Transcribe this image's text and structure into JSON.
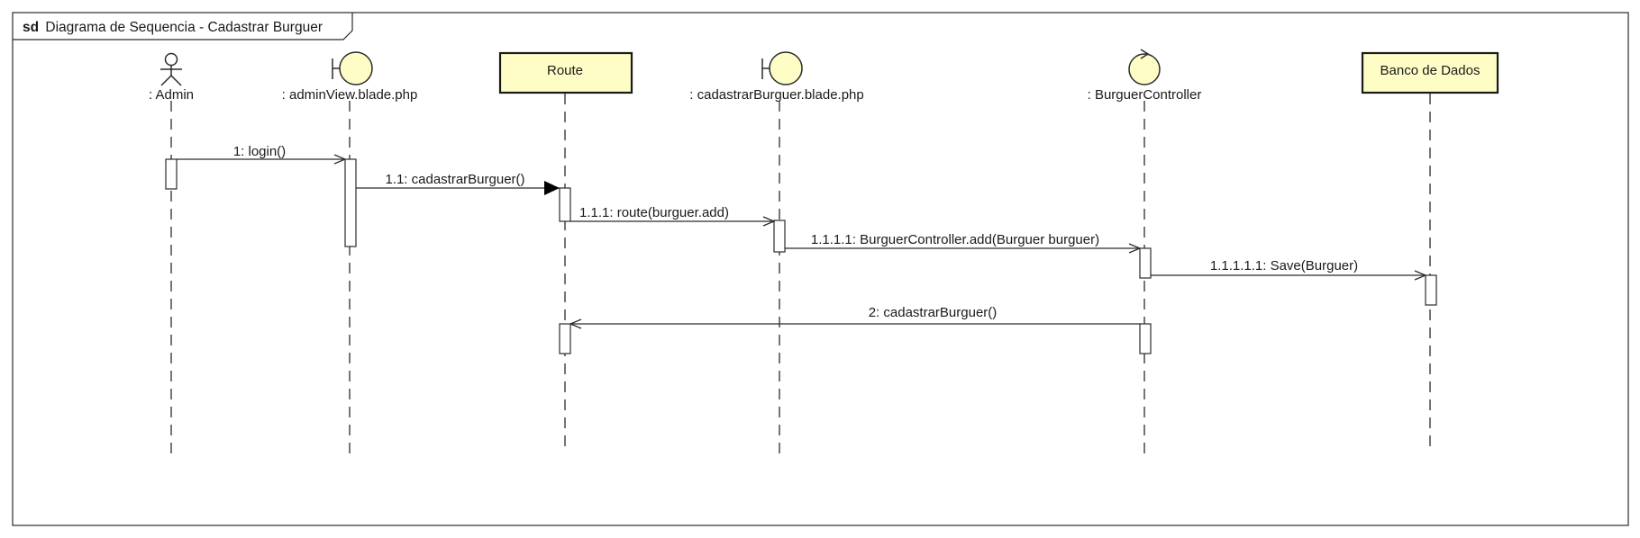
{
  "frame": {
    "keyword": "sd",
    "title": "Diagrama de Sequencia - Cadastrar Burguer"
  },
  "lifelines": [
    {
      "id": "admin",
      "kind": "actor",
      "label": ": Admin"
    },
    {
      "id": "adminView",
      "kind": "boundary",
      "label": ": adminView.blade.php"
    },
    {
      "id": "route",
      "kind": "box",
      "label": "Route"
    },
    {
      "id": "cadastrarView",
      "kind": "boundary",
      "label": ": cadastrarBurguer.blade.php"
    },
    {
      "id": "controller",
      "kind": "control",
      "label": ": BurguerController"
    },
    {
      "id": "db",
      "kind": "box",
      "label": "Banco de Dados"
    }
  ],
  "messages": [
    {
      "from": "admin",
      "to": "adminView",
      "label": "1: login()",
      "arrow": "open"
    },
    {
      "from": "adminView",
      "to": "route",
      "label": "1.1: cadastrarBurguer()",
      "arrow": "filled"
    },
    {
      "from": "route",
      "to": "cadastrarView",
      "label": "1.1.1: route(burguer.add)",
      "arrow": "open"
    },
    {
      "from": "cadastrarView",
      "to": "controller",
      "label": "1.1.1.1: BurguerController.add(Burguer burguer)",
      "arrow": "open"
    },
    {
      "from": "controller",
      "to": "db",
      "label": "1.1.1.1.1: Save(Burguer)",
      "arrow": "open"
    },
    {
      "from": "controller",
      "to": "route",
      "label": "2: cadastrarBurguer()",
      "arrow": "open"
    }
  ],
  "colors": {
    "participant_fill": "#fffdc6",
    "line": "#2b2b2b",
    "background": "#ffffff"
  }
}
